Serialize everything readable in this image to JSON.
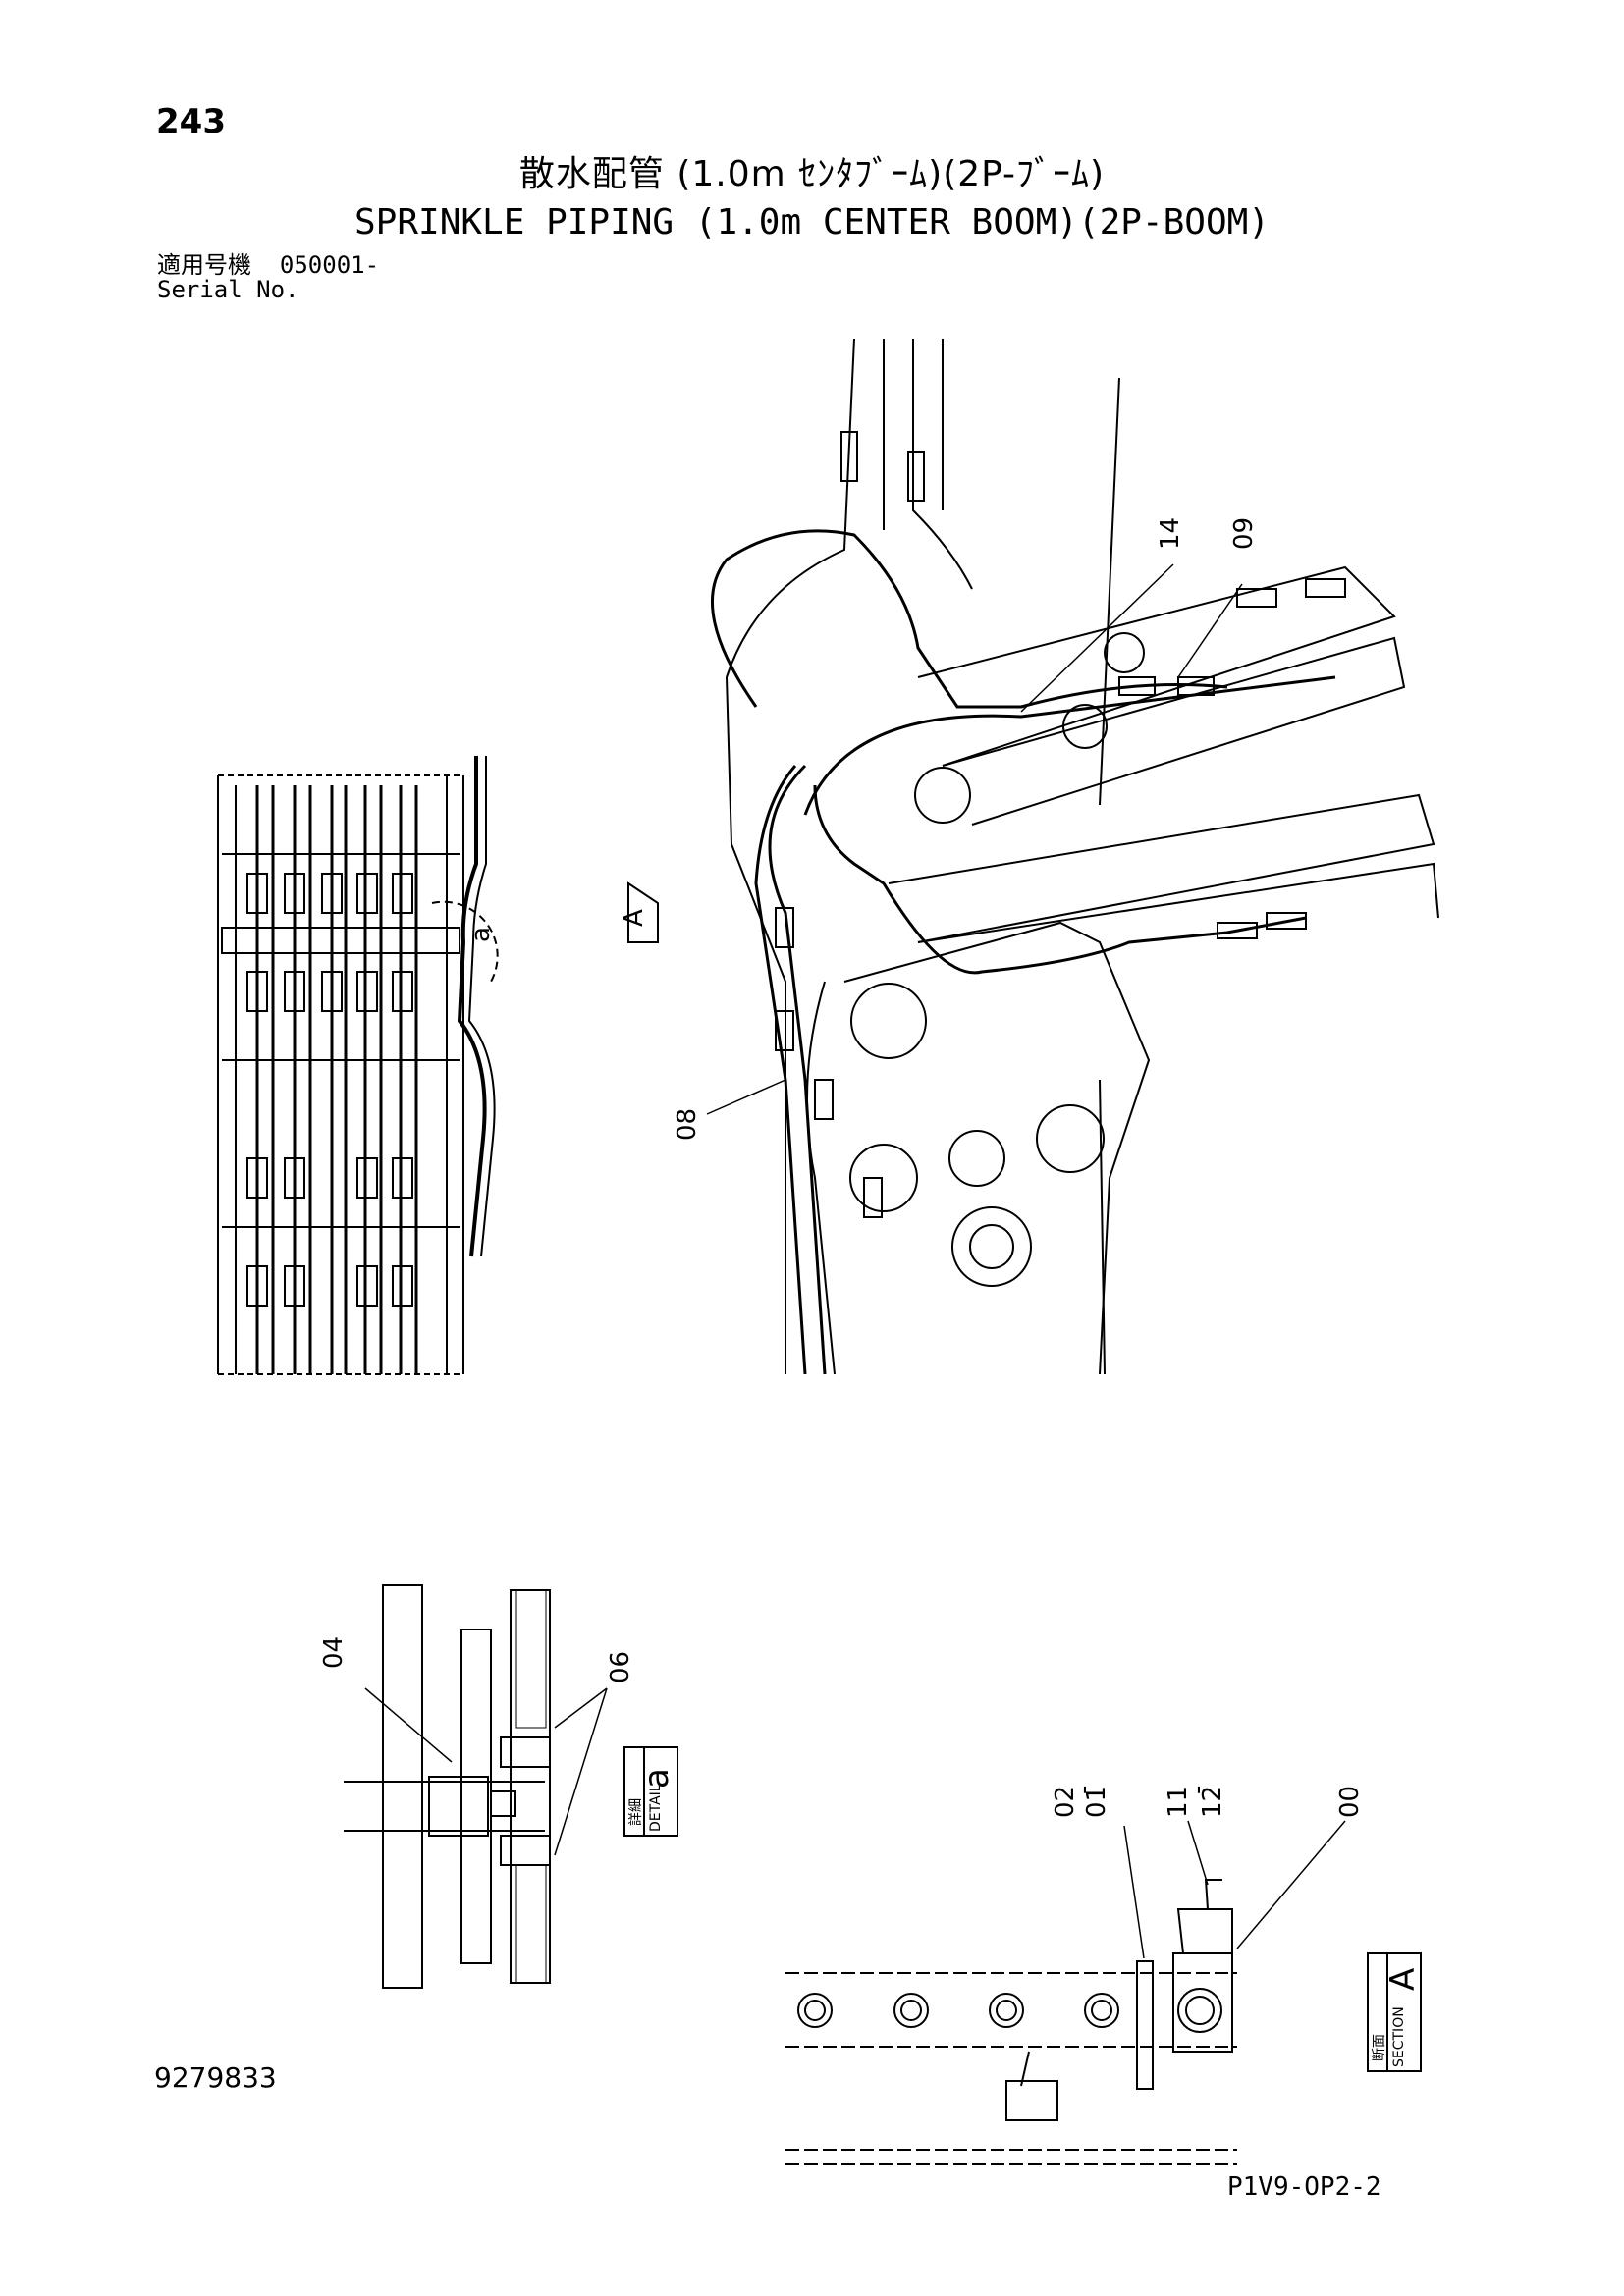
{
  "page_number": "243",
  "title_jp": "散水配管 (1.0m ｾﾝﾀﾌﾞｰﾑ)(2P-ﾌﾞｰﾑ)",
  "title_en": "SPRINKLE PIPING (1.0m CENTER BOOM)(2P-BOOM)",
  "serial": {
    "label_jp": "適用号機",
    "value": "050001-",
    "label_en": "Serial No."
  },
  "callouts": {
    "main": [
      "14",
      "09",
      "08"
    ],
    "detail_a": [
      "04",
      "06"
    ],
    "section_a": [
      "02",
      "01",
      "11",
      "12",
      "00"
    ]
  },
  "view_markers": {
    "a_letter": "a",
    "A_letter": "A",
    "detail_jp": "詳細",
    "detail_en": "DETAIL",
    "section_jp": "断面",
    "section_en": "SECTION"
  },
  "drawing_number": "9279833",
  "page_code": "P1V9-OP2-2"
}
